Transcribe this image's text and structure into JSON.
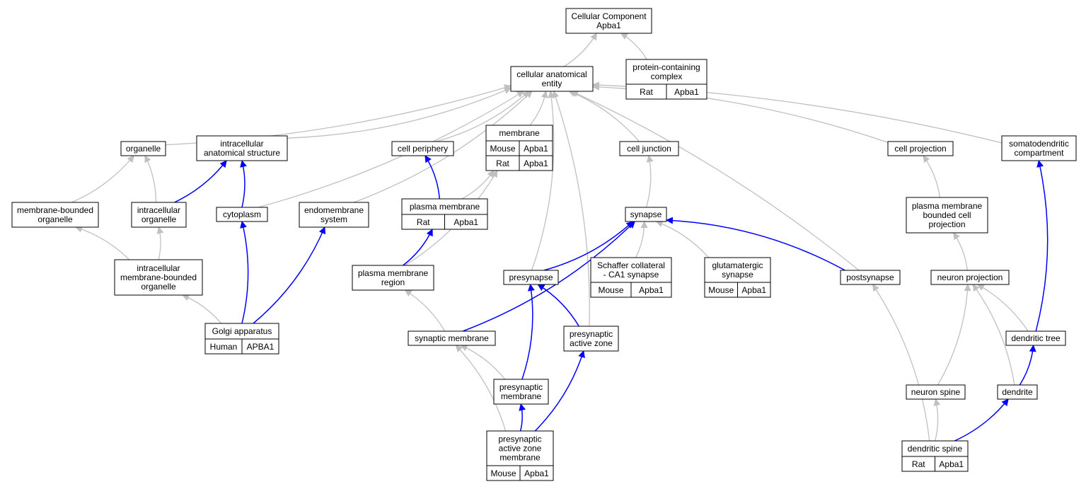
{
  "colors": {
    "is_a": "#c0c0c0",
    "part_of": "#0000ff",
    "Mouse": "#add8e6",
    "Rat": "#ffd700",
    "Human": "#ff6347"
  },
  "nodes": [
    {
      "id": "cc",
      "lines": [
        "Cellular Component",
        "Apba1"
      ]
    },
    {
      "id": "cae",
      "lines": [
        "cellular anatomical",
        "entity"
      ]
    },
    {
      "id": "pcc",
      "lines": [
        "protein-containing",
        "complex"
      ],
      "ann": [
        [
          "Rat",
          "Apba1"
        ]
      ]
    },
    {
      "id": "organelle",
      "lines": [
        "organelle"
      ]
    },
    {
      "id": "ias",
      "lines": [
        "intracellular",
        "anatomical structure"
      ]
    },
    {
      "id": "cellper",
      "lines": [
        "cell periphery"
      ]
    },
    {
      "id": "membrane",
      "lines": [
        "membrane"
      ],
      "ann": [
        [
          "Mouse",
          "Apba1"
        ],
        [
          "Rat",
          "Apba1"
        ]
      ]
    },
    {
      "id": "celljunc",
      "lines": [
        "cell junction"
      ]
    },
    {
      "id": "cellproj",
      "lines": [
        "cell projection"
      ]
    },
    {
      "id": "sdc",
      "lines": [
        "somatodendritic",
        "compartment"
      ]
    },
    {
      "id": "mbo",
      "lines": [
        "membrane-bounded",
        "organelle"
      ]
    },
    {
      "id": "io",
      "lines": [
        "intracellular",
        "organelle"
      ]
    },
    {
      "id": "cytoplasm",
      "lines": [
        "cytoplasm"
      ]
    },
    {
      "id": "endo",
      "lines": [
        "endomembrane",
        "system"
      ]
    },
    {
      "id": "pm",
      "lines": [
        "plasma membrane"
      ],
      "ann": [
        [
          "Rat",
          "Apba1"
        ]
      ]
    },
    {
      "id": "synapse",
      "lines": [
        "synapse"
      ]
    },
    {
      "id": "pmbcp",
      "lines": [
        "plasma membrane",
        "bounded cell",
        "projection"
      ]
    },
    {
      "id": "imbo",
      "lines": [
        "intracellular",
        "membrane-bounded",
        "organelle"
      ]
    },
    {
      "id": "pmr",
      "lines": [
        "plasma membrane",
        "region"
      ]
    },
    {
      "id": "presyn",
      "lines": [
        "presynapse"
      ]
    },
    {
      "id": "schaffer",
      "lines": [
        "Schaffer collateral",
        "- CA1 synapse"
      ],
      "ann": [
        [
          "Mouse",
          "Apba1"
        ]
      ]
    },
    {
      "id": "glut",
      "lines": [
        "glutamatergic",
        "synapse"
      ],
      "ann": [
        [
          "Mouse",
          "Apba1"
        ]
      ]
    },
    {
      "id": "postsyn",
      "lines": [
        "postsynapse"
      ]
    },
    {
      "id": "neuproj",
      "lines": [
        "neuron projection"
      ]
    },
    {
      "id": "golgi",
      "lines": [
        "Golgi apparatus"
      ],
      "ann": [
        [
          "Human",
          "APBA1"
        ]
      ]
    },
    {
      "id": "synmem",
      "lines": [
        "synaptic membrane"
      ]
    },
    {
      "id": "paz",
      "lines": [
        "presynaptic",
        "active zone"
      ]
    },
    {
      "id": "dendtree",
      "lines": [
        "dendritic tree"
      ]
    },
    {
      "id": "premem",
      "lines": [
        "presynaptic",
        "membrane"
      ]
    },
    {
      "id": "neuspine",
      "lines": [
        "neuron spine"
      ]
    },
    {
      "id": "dendrite",
      "lines": [
        "dendrite"
      ]
    },
    {
      "id": "pazm",
      "lines": [
        "presynaptic",
        "active zone",
        "membrane"
      ],
      "ann": [
        [
          "Mouse",
          "Apba1"
        ]
      ]
    },
    {
      "id": "dspine",
      "lines": [
        "dendritic spine"
      ],
      "ann": [
        [
          "Rat",
          "Apba1"
        ]
      ]
    }
  ],
  "edges": [
    {
      "from": "cae",
      "to": "cc",
      "type": "is_a"
    },
    {
      "from": "pcc",
      "to": "cc",
      "type": "is_a"
    },
    {
      "from": "organelle",
      "to": "cae",
      "type": "is_a"
    },
    {
      "from": "ias",
      "to": "cae",
      "type": "is_a"
    },
    {
      "from": "cellper",
      "to": "cae",
      "type": "is_a"
    },
    {
      "from": "membrane",
      "to": "cae",
      "type": "is_a"
    },
    {
      "from": "celljunc",
      "to": "cae",
      "type": "is_a"
    },
    {
      "from": "cellproj",
      "to": "cae",
      "type": "is_a"
    },
    {
      "from": "sdc",
      "to": "cae",
      "type": "is_a"
    },
    {
      "from": "cytoplasm",
      "to": "cae",
      "type": "is_a"
    },
    {
      "from": "endo",
      "to": "cae",
      "type": "is_a"
    },
    {
      "from": "presyn",
      "to": "cae",
      "type": "is_a"
    },
    {
      "from": "postsyn",
      "to": "cae",
      "type": "is_a"
    },
    {
      "from": "paz",
      "to": "cae",
      "type": "is_a"
    },
    {
      "from": "mbo",
      "to": "organelle",
      "type": "is_a"
    },
    {
      "from": "io",
      "to": "organelle",
      "type": "is_a"
    },
    {
      "from": "io",
      "to": "ias",
      "type": "part_of"
    },
    {
      "from": "cytoplasm",
      "to": "ias",
      "type": "part_of"
    },
    {
      "from": "imbo",
      "to": "mbo",
      "type": "is_a"
    },
    {
      "from": "imbo",
      "to": "io",
      "type": "is_a"
    },
    {
      "from": "golgi",
      "to": "imbo",
      "type": "is_a"
    },
    {
      "from": "golgi",
      "to": "cytoplasm",
      "type": "part_of"
    },
    {
      "from": "golgi",
      "to": "endo",
      "type": "part_of"
    },
    {
      "from": "pm",
      "to": "cellper",
      "type": "part_of"
    },
    {
      "from": "pm",
      "to": "membrane",
      "type": "is_a"
    },
    {
      "from": "pmr",
      "to": "membrane",
      "type": "is_a"
    },
    {
      "from": "pmr",
      "to": "pm",
      "type": "part_of"
    },
    {
      "from": "synapse",
      "to": "celljunc",
      "type": "is_a"
    },
    {
      "from": "presyn",
      "to": "synapse",
      "type": "part_of"
    },
    {
      "from": "schaffer",
      "to": "synapse",
      "type": "is_a"
    },
    {
      "from": "glut",
      "to": "synapse",
      "type": "is_a"
    },
    {
      "from": "postsyn",
      "to": "synapse",
      "type": "part_of"
    },
    {
      "from": "synmem",
      "to": "synapse",
      "type": "part_of"
    },
    {
      "from": "synmem",
      "to": "pmr",
      "type": "is_a"
    },
    {
      "from": "paz",
      "to": "presyn",
      "type": "part_of"
    },
    {
      "from": "premem",
      "to": "presyn",
      "type": "part_of"
    },
    {
      "from": "premem",
      "to": "synmem",
      "type": "is_a"
    },
    {
      "from": "pazm",
      "to": "premem",
      "type": "part_of"
    },
    {
      "from": "pazm",
      "to": "paz",
      "type": "part_of"
    },
    {
      "from": "pazm",
      "to": "synmem",
      "type": "is_a"
    },
    {
      "from": "pmbcp",
      "to": "cellproj",
      "type": "is_a"
    },
    {
      "from": "neuproj",
      "to": "pmbcp",
      "type": "is_a"
    },
    {
      "from": "dendtree",
      "to": "neuproj",
      "type": "is_a"
    },
    {
      "from": "dendtree",
      "to": "sdc",
      "type": "part_of"
    },
    {
      "from": "neuspine",
      "to": "neuproj",
      "type": "is_a"
    },
    {
      "from": "dendrite",
      "to": "neuproj",
      "type": "is_a"
    },
    {
      "from": "dendrite",
      "to": "dendtree",
      "type": "part_of"
    },
    {
      "from": "dspine",
      "to": "neuspine",
      "type": "is_a"
    },
    {
      "from": "dspine",
      "to": "dendrite",
      "type": "part_of"
    },
    {
      "from": "dspine",
      "to": "postsyn",
      "type": "is_a"
    }
  ]
}
